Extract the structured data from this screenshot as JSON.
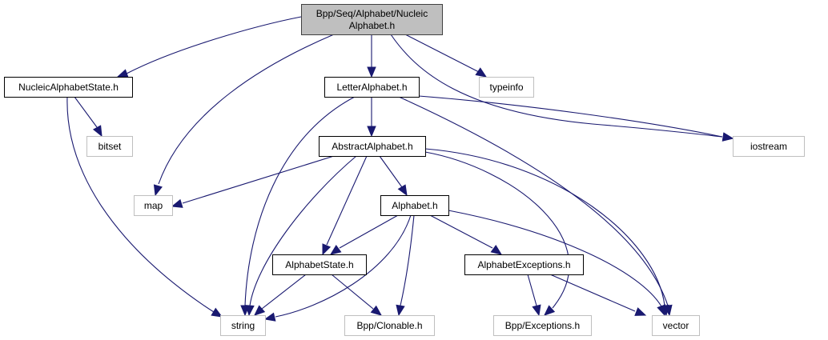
{
  "diagram": {
    "type": "include-dependency-graph",
    "colors": {
      "edge": "#191970",
      "root_fill": "#bfbfbf",
      "root_border": "#404040",
      "internal_border": "#000000",
      "external_border": "#bfbfbf",
      "node_fill": "#ffffff"
    },
    "nodes": [
      {
        "id": "root",
        "label_lines": [
          "Bpp/Seq/Alphabet/Nucleic",
          "Alphabet.h"
        ],
        "kind": "root"
      },
      {
        "id": "nucleic_state",
        "label_lines": [
          "NucleicAlphabetState.h"
        ],
        "kind": "internal"
      },
      {
        "id": "letter",
        "label_lines": [
          "LetterAlphabet.h"
        ],
        "kind": "internal"
      },
      {
        "id": "typeinfo",
        "label_lines": [
          "typeinfo"
        ],
        "kind": "external"
      },
      {
        "id": "bitset",
        "label_lines": [
          "bitset"
        ],
        "kind": "external"
      },
      {
        "id": "abstract",
        "label_lines": [
          "AbstractAlphabet.h"
        ],
        "kind": "internal"
      },
      {
        "id": "iostream",
        "label_lines": [
          "iostream"
        ],
        "kind": "external"
      },
      {
        "id": "map",
        "label_lines": [
          "map"
        ],
        "kind": "external"
      },
      {
        "id": "alphabet",
        "label_lines": [
          "Alphabet.h"
        ],
        "kind": "internal"
      },
      {
        "id": "alphabet_state",
        "label_lines": [
          "AlphabetState.h"
        ],
        "kind": "internal"
      },
      {
        "id": "alphabet_exceptions",
        "label_lines": [
          "AlphabetExceptions.h"
        ],
        "kind": "internal"
      },
      {
        "id": "string",
        "label_lines": [
          "string"
        ],
        "kind": "external"
      },
      {
        "id": "clonable",
        "label_lines": [
          "Bpp/Clonable.h"
        ],
        "kind": "external"
      },
      {
        "id": "exceptions",
        "label_lines": [
          "Bpp/Exceptions.h"
        ],
        "kind": "external"
      },
      {
        "id": "vector",
        "label_lines": [
          "vector"
        ],
        "kind": "external"
      }
    ],
    "edges": [
      {
        "from": "root",
        "to": "nucleic_state"
      },
      {
        "from": "root",
        "to": "map"
      },
      {
        "from": "root",
        "to": "letter"
      },
      {
        "from": "root",
        "to": "typeinfo"
      },
      {
        "from": "root",
        "to": "iostream"
      },
      {
        "from": "nucleic_state",
        "to": "bitset"
      },
      {
        "from": "nucleic_state",
        "to": "string"
      },
      {
        "from": "letter",
        "to": "abstract"
      },
      {
        "from": "letter",
        "to": "string"
      },
      {
        "from": "letter",
        "to": "iostream"
      },
      {
        "from": "letter",
        "to": "vector"
      },
      {
        "from": "abstract",
        "to": "map"
      },
      {
        "from": "abstract",
        "to": "string"
      },
      {
        "from": "abstract",
        "to": "alphabet_state"
      },
      {
        "from": "abstract",
        "to": "alphabet"
      },
      {
        "from": "abstract",
        "to": "exceptions"
      },
      {
        "from": "abstract",
        "to": "vector"
      },
      {
        "from": "alphabet",
        "to": "alphabet_state"
      },
      {
        "from": "alphabet",
        "to": "string"
      },
      {
        "from": "alphabet",
        "to": "clonable"
      },
      {
        "from": "alphabet",
        "to": "alphabet_exceptions"
      },
      {
        "from": "alphabet",
        "to": "vector"
      },
      {
        "from": "alphabet_state",
        "to": "string"
      },
      {
        "from": "alphabet_state",
        "to": "clonable"
      },
      {
        "from": "alphabet_exceptions",
        "to": "exceptions"
      },
      {
        "from": "alphabet_exceptions",
        "to": "vector"
      }
    ]
  }
}
